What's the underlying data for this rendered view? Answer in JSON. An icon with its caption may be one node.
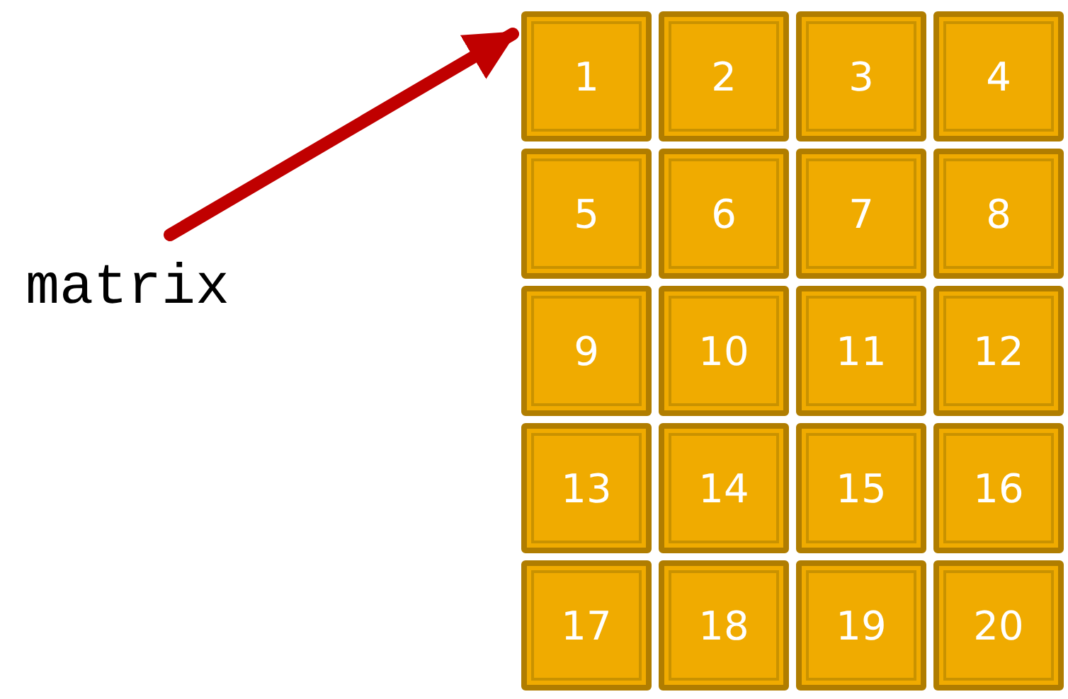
{
  "diagram": {
    "nodes": [
      {
        "text": [
          "matrix"
        ]
      },
      {
        "text": [
          "1"
        ]
      },
      {
        "text": [
          "2"
        ]
      },
      {
        "text": [
          "3"
        ]
      },
      {
        "text": [
          "4"
        ]
      },
      {
        "text": [
          "5"
        ]
      },
      {
        "text": [
          "6"
        ]
      },
      {
        "text": [
          "7"
        ]
      },
      {
        "text": [
          "8"
        ]
      },
      {
        "text": [
          "9"
        ]
      },
      {
        "text": [
          "10"
        ]
      },
      {
        "text": [
          "11"
        ]
      },
      {
        "text": [
          "12"
        ]
      },
      {
        "text": [
          "13"
        ]
      },
      {
        "text": [
          "14"
        ]
      },
      {
        "text": [
          "15"
        ]
      },
      {
        "text": [
          "16"
        ]
      },
      {
        "text": [
          "17"
        ]
      },
      {
        "text": [
          "18"
        ]
      },
      {
        "text": [
          "19"
        ]
      },
      {
        "text": [
          "20"
        ]
      }
    ],
    "edges": [
      {
        "from": 0,
        "to": 1,
        "arrow": "to"
      }
    ]
  }
}
